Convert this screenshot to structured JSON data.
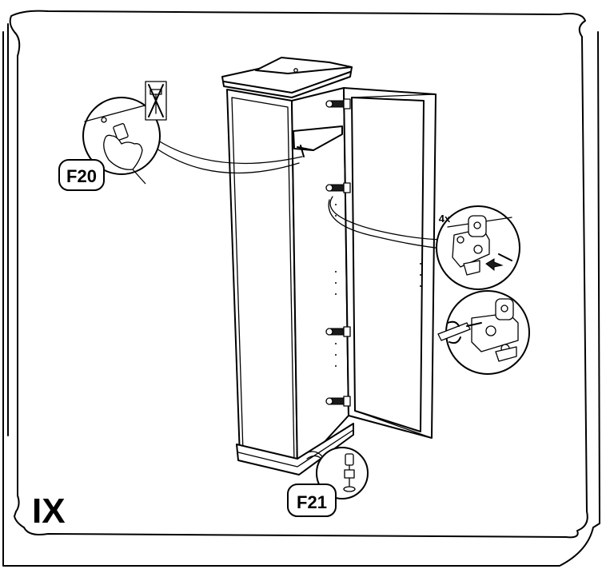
{
  "step": {
    "label": "IX"
  },
  "callouts": {
    "f20": "F20",
    "f21": "F21",
    "hinge_count": "4x"
  },
  "icons": [
    "no-hammer-icon",
    "hinge-icon",
    "screwdriver-icon",
    "dowel-icon",
    "hand-icon"
  ]
}
